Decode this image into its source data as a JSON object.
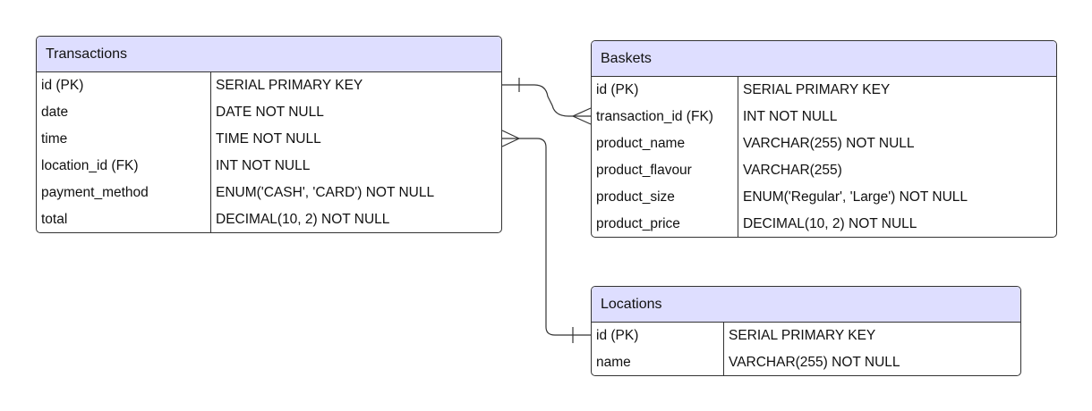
{
  "entities": {
    "transactions": {
      "title": "Transactions",
      "rows": [
        {
          "name": "id (PK)",
          "type": "SERIAL PRIMARY KEY"
        },
        {
          "name": "date",
          "type": "DATE NOT NULL"
        },
        {
          "name": "time",
          "type": "TIME NOT NULL"
        },
        {
          "name": "location_id (FK)",
          "type": "INT NOT NULL"
        },
        {
          "name": "payment_method",
          "type": "ENUM('CASH', 'CARD') NOT NULL"
        },
        {
          "name": "total",
          "type": "DECIMAL(10, 2) NOT NULL"
        }
      ]
    },
    "baskets": {
      "title": "Baskets",
      "rows": [
        {
          "name": "id (PK)",
          "type": "SERIAL PRIMARY KEY"
        },
        {
          "name": "transaction_id (FK)",
          "type": "INT NOT NULL"
        },
        {
          "name": "product_name",
          "type": "VARCHAR(255) NOT NULL"
        },
        {
          "name": "product_flavour",
          "type": "VARCHAR(255)"
        },
        {
          "name": "product_size",
          "type": "ENUM('Regular', 'Large') NOT NULL"
        },
        {
          "name": "product_price",
          "type": "DECIMAL(10, 2) NOT NULL"
        }
      ]
    },
    "locations": {
      "title": "Locations",
      "rows": [
        {
          "name": "id (PK)",
          "type": "SERIAL PRIMARY KEY"
        },
        {
          "name": "name",
          "type": "VARCHAR(255) NOT NULL"
        }
      ]
    }
  },
  "relationships": [
    {
      "from": "transactions.id (PK)",
      "from_cardinality": "one",
      "to": "baskets.transaction_id (FK)",
      "to_cardinality": "many"
    },
    {
      "from": "locations.id (PK)",
      "from_cardinality": "one",
      "to": "transactions.time",
      "to_cardinality": "many"
    }
  ],
  "colors": {
    "header_fill": "#dedeff",
    "border": "#333333",
    "line": "#333333"
  }
}
